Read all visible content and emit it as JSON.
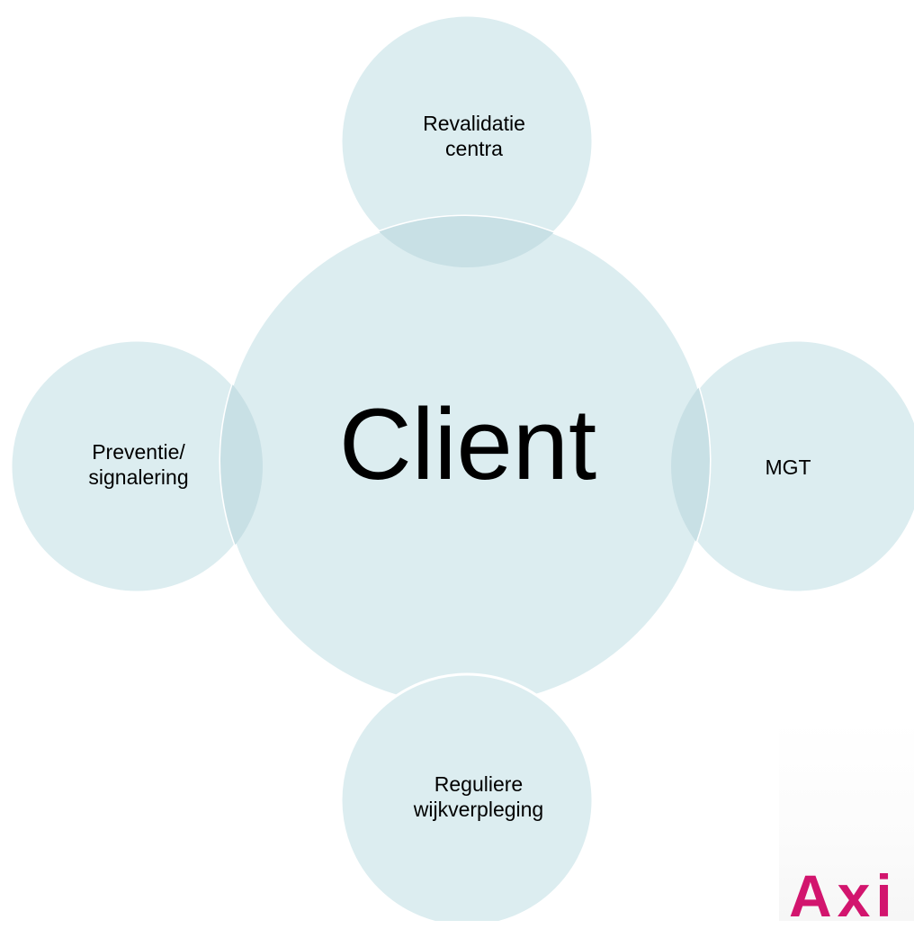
{
  "diagram": {
    "center": {
      "label": "Client"
    },
    "nodes": [
      {
        "id": "top",
        "label": "Revalidatie\ncentra"
      },
      {
        "id": "right",
        "label": "MGT"
      },
      {
        "id": "bottom",
        "label": "Reguliere\nwijkverpleging"
      },
      {
        "id": "left",
        "label": "Preventie/\nsignalering"
      }
    ]
  },
  "logo": {
    "text": "Axi"
  },
  "colors": {
    "circle_fill": "#dcedf0",
    "overlap_fill": "#c8e0e5",
    "circle_stroke": "#ffffff",
    "logo": "#d2156e"
  }
}
